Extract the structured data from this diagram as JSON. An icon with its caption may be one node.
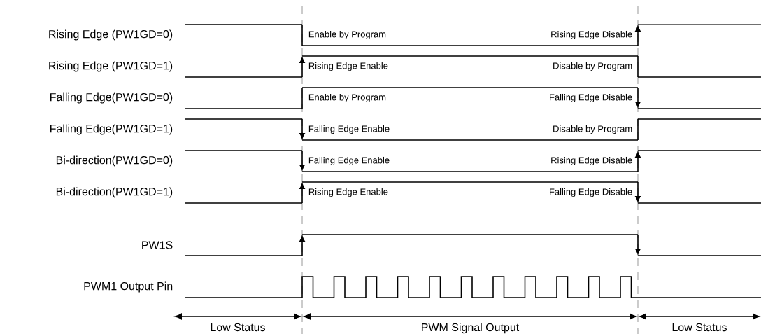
{
  "diagram": {
    "labels": [
      "Rising Edge (PW1GD=0)",
      "Enable by Program",
      "Rising Edge Disable",
      "Rising Edge (PW1GD=1)",
      "Rising Edge Enable",
      "Disable by Program",
      "Falling Edge(PW1GD=0)",
      "Enable by Program",
      "Falling Edge Disable",
      "Falling Edge(PW1GD=1)",
      "Falling Edge Enable",
      "Disable by Program",
      "Bi-direction(PW1GD=0)",
      "Falling Edge Enable",
      "Rising Edge Disable",
      "Bi-direction(PW1GD=1)",
      "Rising Edge Enable",
      "Falling Edge Disable",
      "PW1S",
      "PWM1 Output Pin",
      "Low Status",
      "PWM Signal Output",
      "Low Status"
    ]
  }
}
